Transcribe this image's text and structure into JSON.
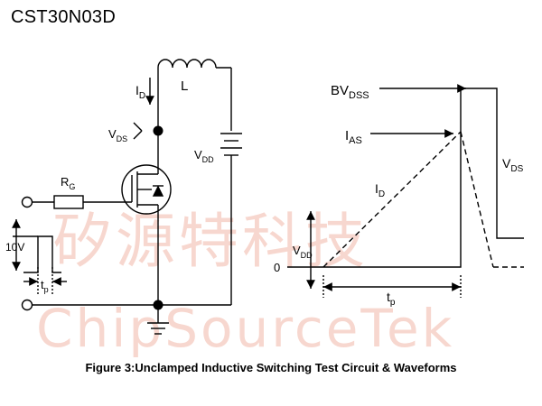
{
  "header": {
    "part_number": "CST30N03D"
  },
  "watermark": {
    "chinese_text": "矽源特科技",
    "latin_text": "ChipSourceTek",
    "color": "#f2b8a8"
  },
  "circuit": {
    "labels": {
      "drain_current": "I",
      "drain_current_sub": "D",
      "inductor": "L",
      "drain_voltage": "V",
      "drain_voltage_sub": "DS",
      "supply": "V",
      "supply_sub": "DD",
      "gate_resistor": "R",
      "gate_resistor_sub": "G",
      "pulse_amplitude": "10V",
      "pulse_width": "t",
      "pulse_width_sub": "p"
    }
  },
  "waveform": {
    "labels": {
      "breakdown": "BV",
      "breakdown_sub": "DSS",
      "avalanche_current": "I",
      "avalanche_current_sub": "AS",
      "drain_current": "I",
      "drain_current_sub": "D",
      "drain_voltage": "V",
      "drain_voltage_sub": "DS",
      "supply": "V",
      "supply_sub": "DD",
      "zero": "0",
      "pulse_width": "t",
      "pulse_width_sub": "p"
    }
  },
  "caption": "Figure 3:Unclamped Inductive Switching Test Circuit & Waveforms"
}
